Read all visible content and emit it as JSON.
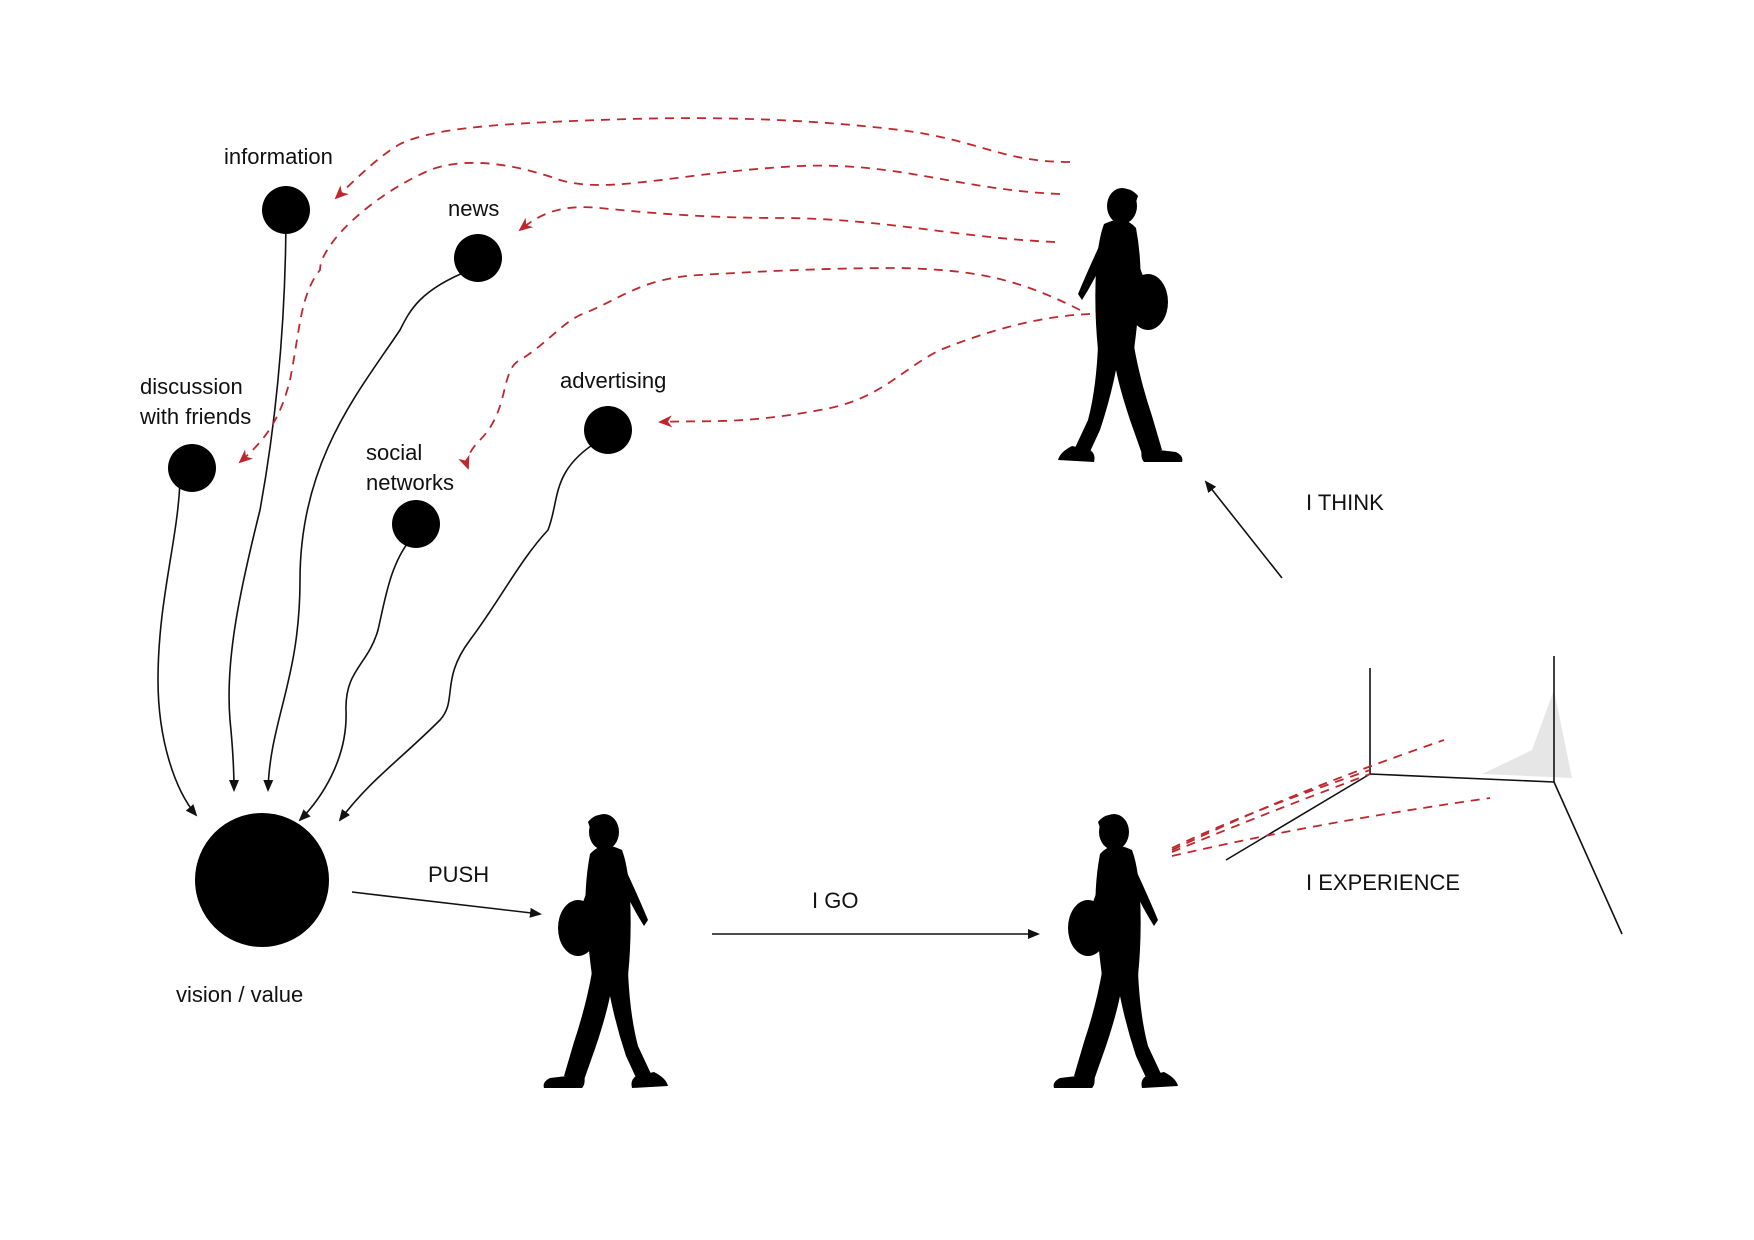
{
  "sources": [
    {
      "id": "information",
      "label": "information"
    },
    {
      "id": "news",
      "label": "news"
    },
    {
      "id": "discussion",
      "label_line1": "discussion",
      "label_line2": "with friends"
    },
    {
      "id": "social",
      "label_line1": "social",
      "label_line2": "networks"
    },
    {
      "id": "advertising",
      "label": "advertising"
    }
  ],
  "center": {
    "label": "vision / value"
  },
  "steps": {
    "push": "PUSH",
    "go": "I GO",
    "experience": "I EXPERIENCE",
    "think": "I THINK"
  },
  "colors": {
    "feedback": "#c0272d",
    "ink": "#000000"
  }
}
